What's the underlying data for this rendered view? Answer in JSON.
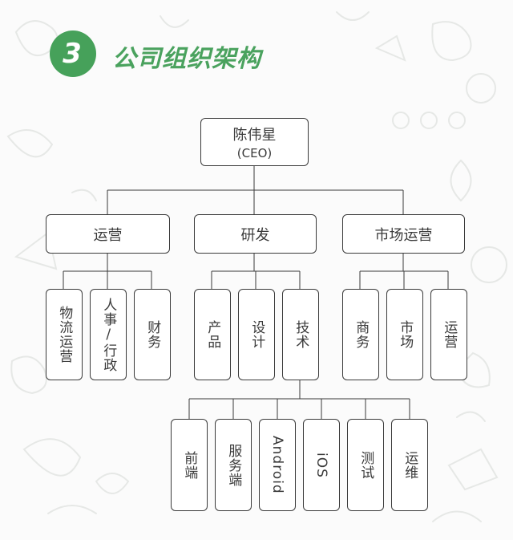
{
  "header": {
    "number": "3",
    "title": "公司组织架构"
  },
  "ceo": {
    "name": "陈伟星",
    "title": "(CEO)"
  },
  "departments": [
    {
      "label": "运营",
      "units": [
        "物流运营",
        "人事/行政",
        "财务"
      ]
    },
    {
      "label": "研发",
      "units": [
        "产品",
        "设计",
        "技术"
      ]
    },
    {
      "label": "市场运营",
      "units": [
        "商务",
        "市场",
        "运营"
      ]
    }
  ],
  "tech_units": [
    "前端",
    "服务端",
    "Android",
    "iOS",
    "测试",
    "运维"
  ],
  "colors": {
    "accent": "#46a15a",
    "line": "#3a3a3a",
    "doodle": "#e6e8e6"
  }
}
